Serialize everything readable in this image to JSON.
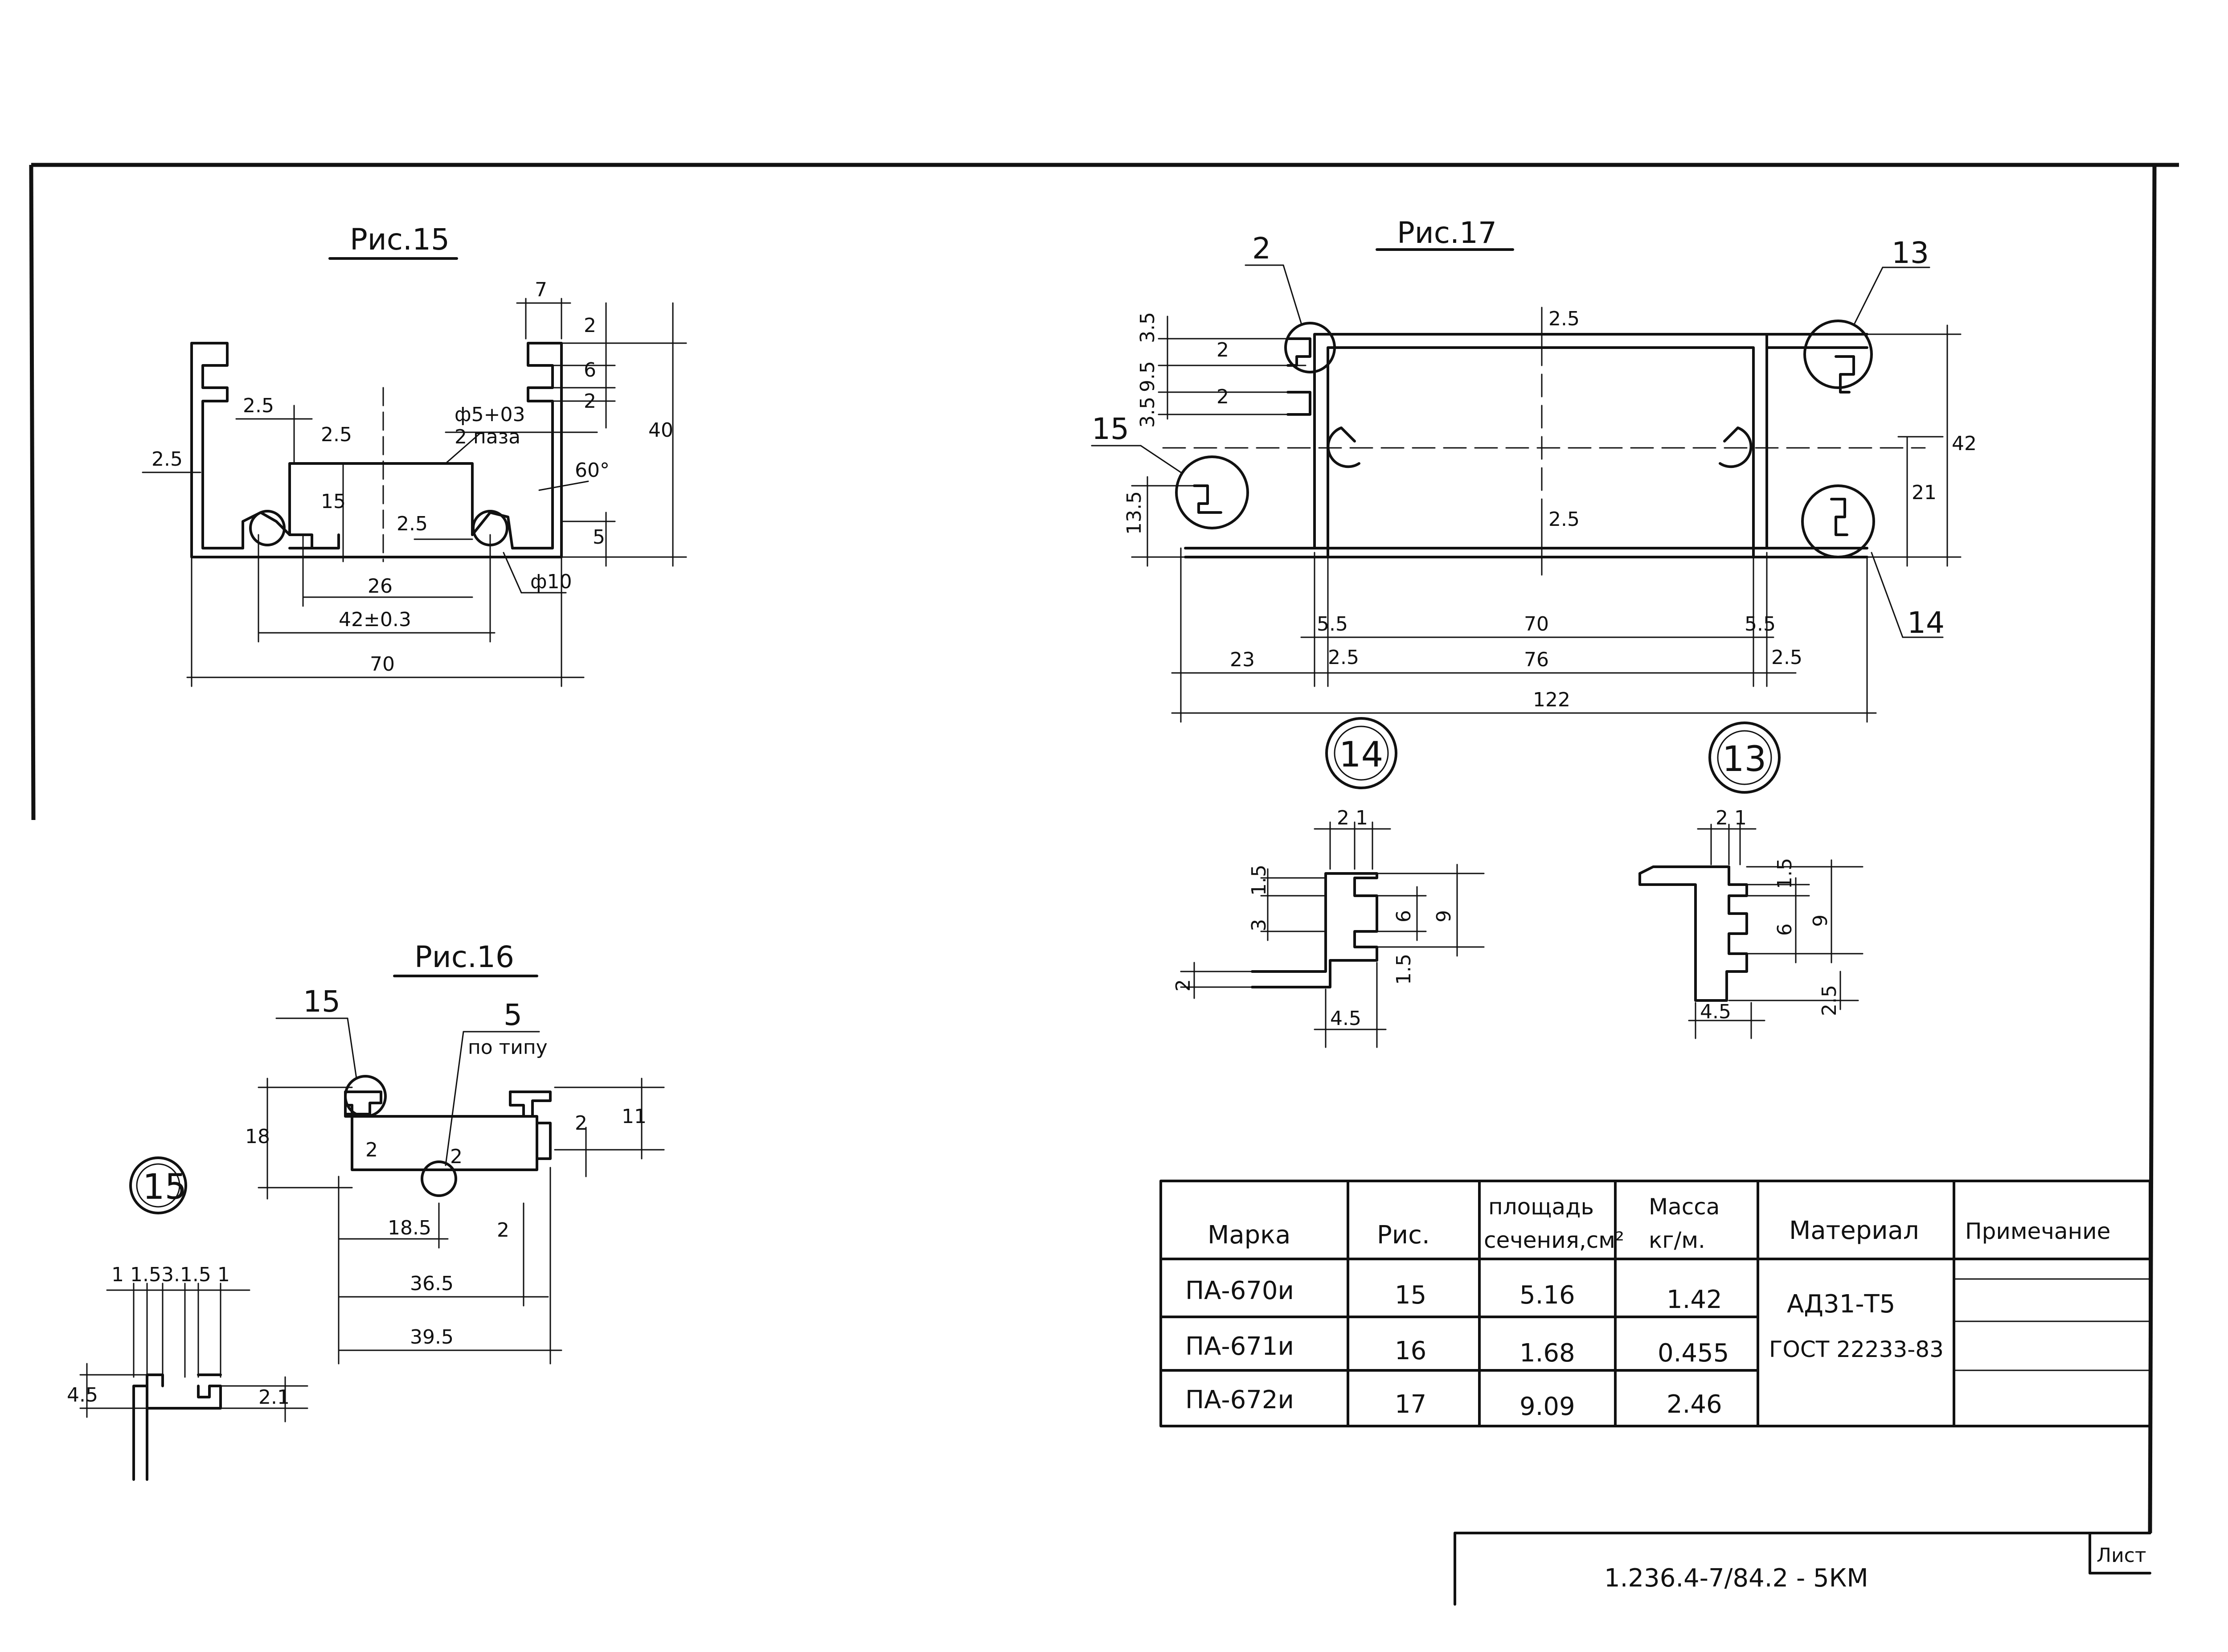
{
  "figures": {
    "fig15": {
      "title": "Рис.15",
      "dims": {
        "d7": "7",
        "d2a": "2",
        "d6": "6",
        "d2b": "2",
        "d40": "40",
        "d2_5a": "2.5",
        "d2_5b": "2.5",
        "d2_5c": "2.5",
        "d2_5d": "2.5",
        "d15": "15",
        "d5": "5",
        "d26": "26",
        "d42": "42±0.3",
        "d70": "70",
        "hole": "ф5+03",
        "slots": "2 паза",
        "angle": "60°",
        "phi10": "ф10"
      }
    },
    "fig16": {
      "title": "Рис.16",
      "callout15": "15",
      "callout5": "5",
      "callout5_note": "по типу",
      "dims": {
        "d18": "18",
        "d2a": "2",
        "d2b": "2",
        "d2c": "2",
        "d2d": "2",
        "d11": "11",
        "d18_5": "18.5",
        "d36_5": "36.5",
        "d39_5": "39.5"
      }
    },
    "detail15": {
      "label": "15",
      "dims": {
        "top": "1  1.53.1.5 1",
        "d4_5": "4.5",
        "d2_1": "2.1"
      }
    },
    "fig17": {
      "title": "Рис.17",
      "callouts": {
        "c2": "2",
        "c13": "13",
        "c15": "15",
        "c14": "14"
      },
      "dims": {
        "d3_5a": "3.5",
        "d9_5": "9.5",
        "d3_5b": "3.5",
        "d2a": "2",
        "d2b": "2",
        "d2_5a": "2.5",
        "d2_5b": "2.5",
        "d13_5": "13.5",
        "d42": "42",
        "d21": "21",
        "d5_5a": "5.5",
        "d5_5b": "5.5",
        "d70": "70",
        "d23": "23",
        "d2_5c": "2.5",
        "d76": "76",
        "d2_5d": "2.5",
        "d122": "122"
      }
    },
    "detail14": {
      "label": "14",
      "dims": {
        "top": "2 1",
        "d1_5a": "1.5",
        "d3": "3",
        "d6": "6",
        "d9": "9",
        "d1_5b": "1.5",
        "d2": "2",
        "d4_5": "4.5"
      }
    },
    "detail13": {
      "label": "13",
      "dims": {
        "top": "2 1",
        "d1_5": "1.5",
        "d6": "6",
        "d9": "9",
        "d2_5": "2.5",
        "d4_5": "4.5"
      }
    }
  },
  "table": {
    "headers": {
      "mark": "Марка",
      "fig": "Рис.",
      "area_l1": "площадь",
      "area_l2": "сечения,см²",
      "mass_l1": "Масса",
      "mass_l2": "кг/м.",
      "material": "Материал",
      "note": "Примечание"
    },
    "rows": [
      {
        "mark": "ПА-670и",
        "fig": "15",
        "area": "5.16",
        "mass": "1.42"
      },
      {
        "mark": "ПА-671и",
        "fig": "16",
        "area": "1.68",
        "mass": "0.455"
      },
      {
        "mark": "ПА-672и",
        "fig": "17",
        "area": "9.09",
        "mass": "2.46"
      }
    ],
    "material_l1": "АД31-Т5",
    "material_l2": "ГОСТ 22233-83"
  },
  "stamp": {
    "code": "1.236.4-7/84.2 - 5КМ",
    "sheet_label": "Лист"
  }
}
